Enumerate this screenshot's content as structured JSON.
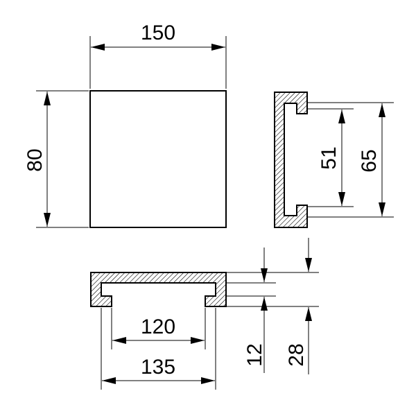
{
  "colors": {
    "line": "#000000",
    "background": "#ffffff",
    "hatch": "#000000"
  },
  "dimensions": {
    "width_top": "150",
    "height_left": "80",
    "inner_right": "51",
    "outer_right": "65",
    "inner_bottom": "120",
    "outer_bottom": "135",
    "lip_depth": "12",
    "total_depth": "28"
  }
}
